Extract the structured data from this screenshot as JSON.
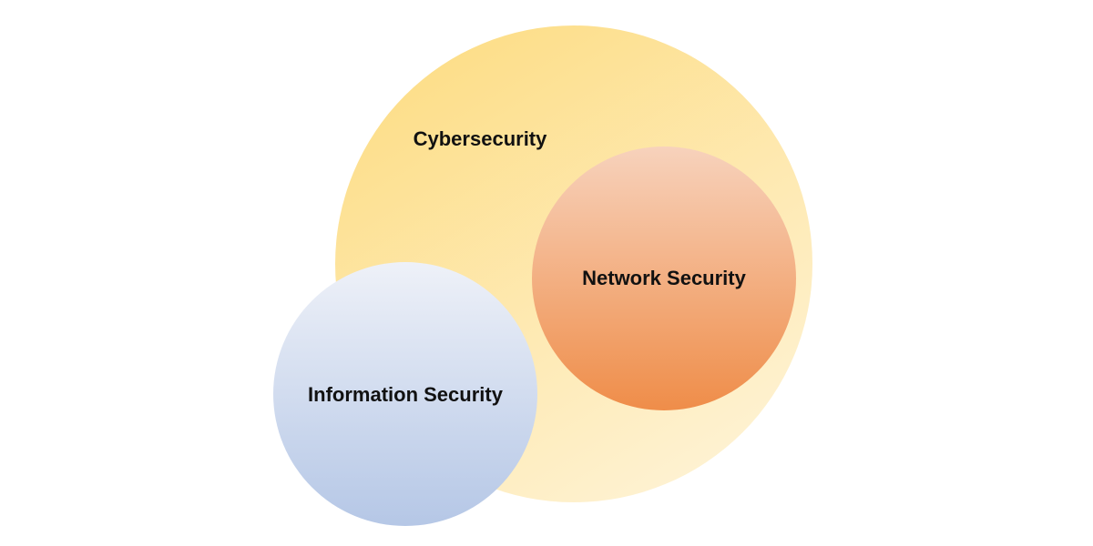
{
  "diagram": {
    "circles": {
      "cybersecurity": {
        "label": "Cybersecurity",
        "color_top": "#FDDD85",
        "color_bottom": "#FEF3D6"
      },
      "network_security": {
        "label": "Network Security",
        "color_top": "#F7D2BC",
        "color_bottom": "#EF8D49"
      },
      "information_security": {
        "label": "Information Security",
        "color_top": "#EEF1F8",
        "color_bottom": "#B5C7E6"
      }
    }
  }
}
